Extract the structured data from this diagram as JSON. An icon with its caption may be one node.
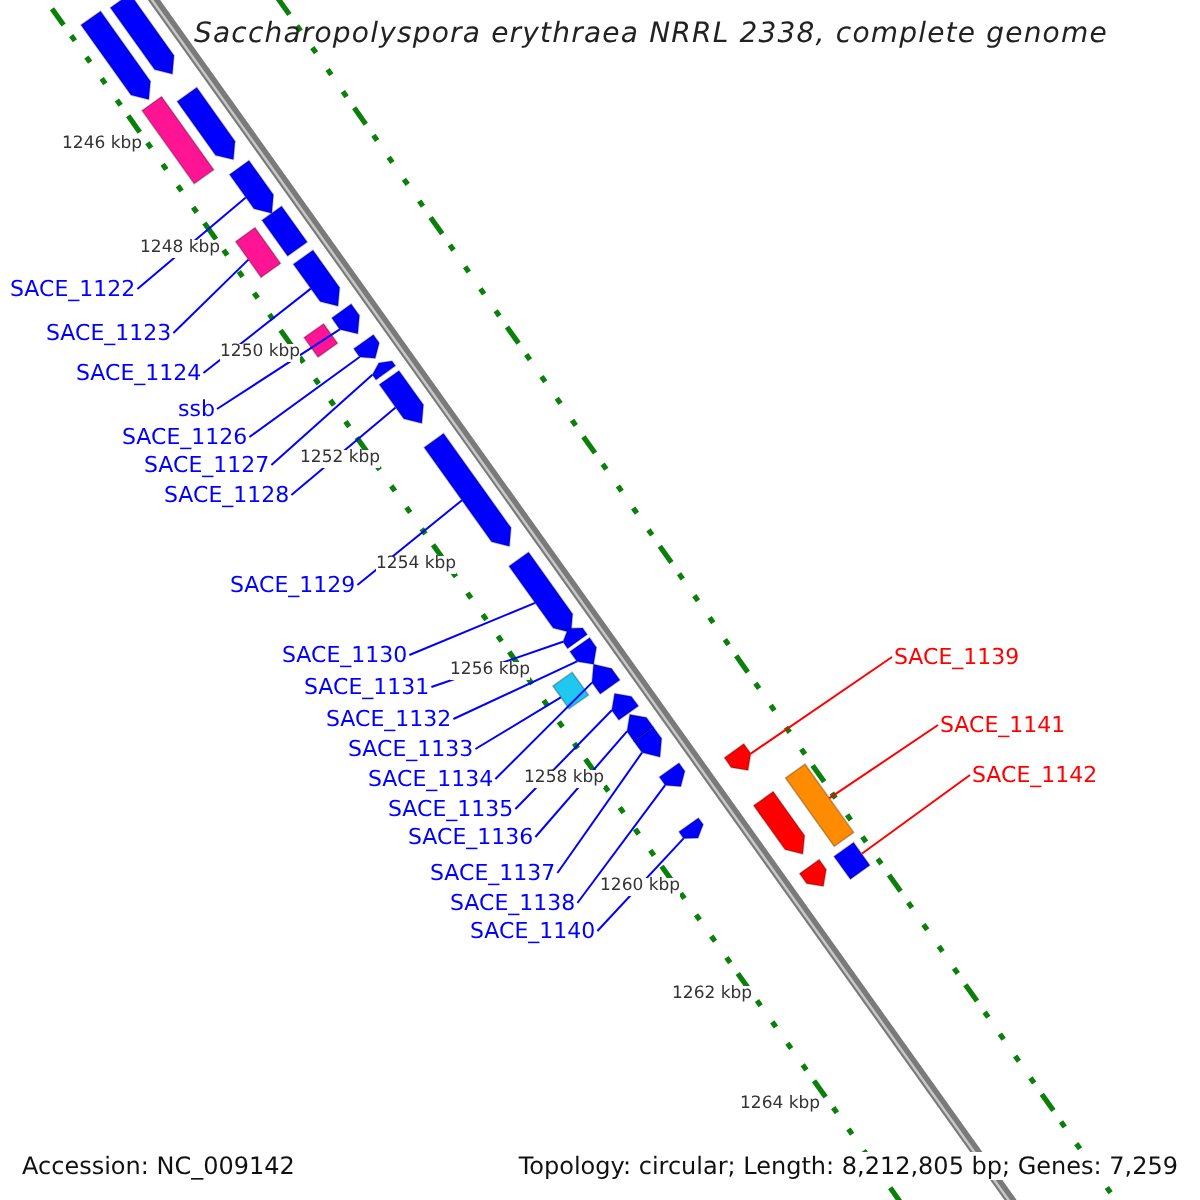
{
  "diagram": {
    "title": "Saccharopolyspora erythraea NRRL 2338, complete genome",
    "nodes": [
      {
        "text": [
          "SACE_1122"
        ]
      },
      {
        "text": [
          "SACE_1123"
        ]
      },
      {
        "text": [
          "SACE_1124"
        ]
      },
      {
        "text": [
          "ssb"
        ]
      },
      {
        "text": [
          "SACE_1126"
        ]
      },
      {
        "text": [
          "SACE_1127"
        ]
      },
      {
        "text": [
          "SACE_1128"
        ]
      },
      {
        "text": [
          "SACE_1129"
        ]
      },
      {
        "text": [
          "SACE_1130"
        ]
      },
      {
        "text": [
          "SACE_1131"
        ]
      },
      {
        "text": [
          "SACE_1132"
        ]
      },
      {
        "text": [
          "SACE_1133"
        ]
      },
      {
        "text": [
          "SACE_1134"
        ]
      },
      {
        "text": [
          "SACE_1135"
        ]
      },
      {
        "text": [
          "SACE_1136"
        ]
      },
      {
        "text": [
          "SACE_1137"
        ]
      },
      {
        "text": [
          "SACE_1138"
        ]
      },
      {
        "text": [
          "SACE_1140"
        ]
      },
      {
        "text": [
          "SACE_1139"
        ]
      },
      {
        "text": [
          "SACE_1141"
        ]
      },
      {
        "text": [
          "SACE_1142"
        ]
      },
      {
        "text": [],
        "shape": "arrow"
      },
      {
        "text": [],
        "shape": "box"
      },
      {
        "text": [],
        "shape": "arrow"
      },
      {
        "text": [],
        "shape": "arrow"
      },
      {
        "text": [],
        "shape": "arrow"
      },
      {
        "text": [],
        "shape": "arrow"
      },
      {
        "text": [],
        "shape": "arrow"
      },
      {
        "text": [],
        "shape": "arrow"
      },
      {
        "text": [],
        "shape": "arrow"
      },
      {
        "text": [],
        "shape": "arrow"
      },
      {
        "text": [],
        "shape": "arrow"
      },
      {
        "text": [],
        "shape": "box"
      },
      {
        "text": [],
        "shape": "arrow"
      },
      {
        "text": [],
        "shape": "arrow"
      },
      {
        "text": [],
        "shape": "arrow"
      },
      {
        "text": [],
        "shape": "arrow"
      },
      {
        "text": [],
        "shape": "arrow"
      },
      {
        "text": [],
        "shape": "arrow"
      },
      {
        "text": [],
        "shape": "arrow"
      },
      {
        "text": [],
        "shape": "box"
      },
      {
        "text": [],
        "shape": "box"
      },
      {
        "text": [],
        "shape": "arrow"
      },
      {
        "text": [],
        "shape": "arrow"
      },
      {
        "text": [],
        "shape": "arrow"
      },
      {
        "text": [],
        "shape": "arrow"
      },
      {
        "text": [],
        "shape": "box"
      },
      {
        "text": [],
        "shape": "box"
      },
      {
        "text": [],
        "shape": "arrow"
      },
      {
        "text": [],
        "shape": "arrow"
      }
    ],
    "edges": [
      {
        "from": 0,
        "to": 21,
        "arrow": "none"
      },
      {
        "from": 1,
        "to": 22,
        "arrow": "none"
      },
      {
        "from": 2,
        "to": 23,
        "arrow": "none"
      },
      {
        "from": 3,
        "to": 24,
        "arrow": "none"
      },
      {
        "from": 4,
        "to": 25,
        "arrow": "none"
      },
      {
        "from": 5,
        "to": 26,
        "arrow": "none"
      },
      {
        "from": 6,
        "to": 27,
        "arrow": "none"
      },
      {
        "from": 7,
        "to": 28,
        "arrow": "none"
      },
      {
        "from": 8,
        "to": 29,
        "arrow": "none"
      },
      {
        "from": 9,
        "to": 30,
        "arrow": "none"
      },
      {
        "from": 10,
        "to": 31,
        "arrow": "none"
      },
      {
        "from": 11,
        "to": 32,
        "arrow": "none"
      },
      {
        "from": 12,
        "to": 33,
        "arrow": "none"
      },
      {
        "from": 13,
        "to": 34,
        "arrow": "none"
      },
      {
        "from": 14,
        "to": 35,
        "arrow": "none"
      },
      {
        "from": 15,
        "to": 36,
        "arrow": "none"
      },
      {
        "from": 16,
        "to": 37,
        "arrow": "none"
      },
      {
        "from": 17,
        "to": 38,
        "arrow": "none"
      },
      {
        "from": 18,
        "to": 39,
        "arrow": "none",
        "color": "#ff0000"
      },
      {
        "from": 19,
        "to": 40,
        "arrow": "none",
        "color": "#ff0000"
      },
      {
        "from": 20,
        "to": 41,
        "arrow": "none",
        "color": "#ff0000"
      }
    ],
    "labels": [
      "1246 kbp",
      "1248 kbp",
      "1250 kbp",
      "1252 kbp",
      "1254 kbp",
      "1256 kbp",
      "1258 kbp",
      "1260 kbp",
      "1262 kbp",
      "1264 kbp",
      "Accession: NC_009142",
      "Topology: circular; Length: 8,212,805 bp; Genes: 7,259"
    ]
  }
}
